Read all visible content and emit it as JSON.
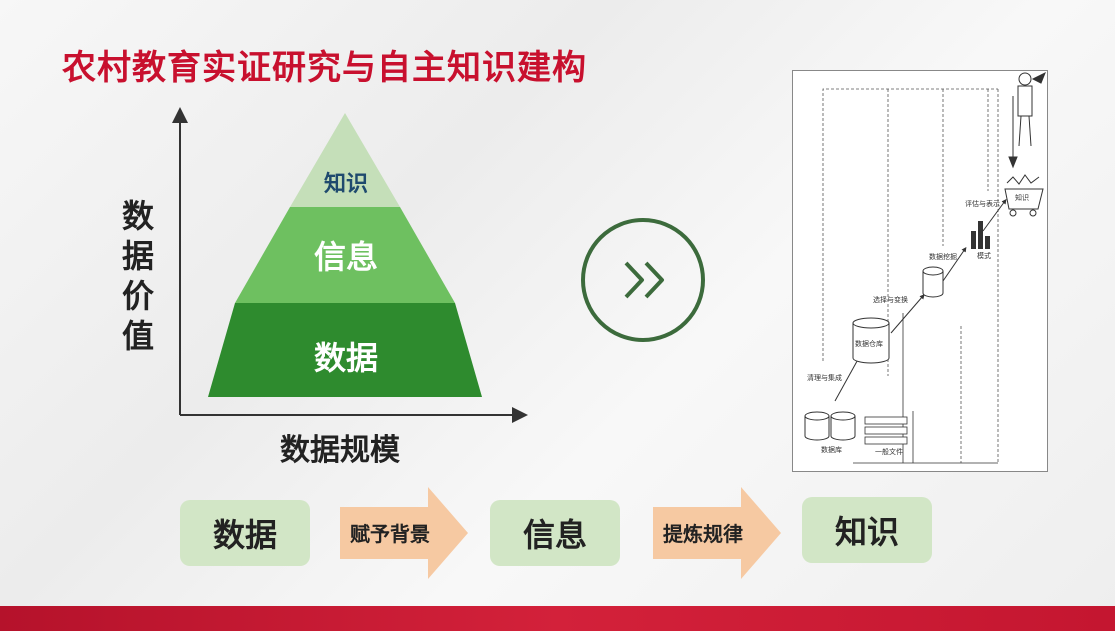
{
  "title": "农村教育实证研究与自主知识建构",
  "pyramid": {
    "y_axis_label": "数据价值",
    "x_axis_label": "数据规模",
    "levels": [
      "知识",
      "信息",
      "数据"
    ]
  },
  "colors": {
    "title": "#c8102e",
    "pyramid_top": "#c5dfb9",
    "pyramid_middle": "#6ec060",
    "pyramid_bottom": "#2e8b2e",
    "flow_box": "#d2e6c6",
    "flow_arrow": "#f6c9a2",
    "circle_icon": "#3c6b3c",
    "bottom_bar": "#c8102e"
  },
  "icons": [
    "double-chevron-right-icon"
  ],
  "process_diagram": {
    "labels": {
      "database": "数据库",
      "flat_files": "一般文件",
      "cleaning": "清理与集成",
      "warehouse": "数据仓库",
      "selection": "选择与变换",
      "mining": "数据挖掘",
      "patterns": "模式",
      "evaluation": "评估与表示",
      "knowledge": "知识"
    }
  },
  "flow": {
    "box1": "数据",
    "arrow1": "赋予背景",
    "box2": "信息",
    "arrow2": "提炼规律",
    "box3": "知识"
  }
}
